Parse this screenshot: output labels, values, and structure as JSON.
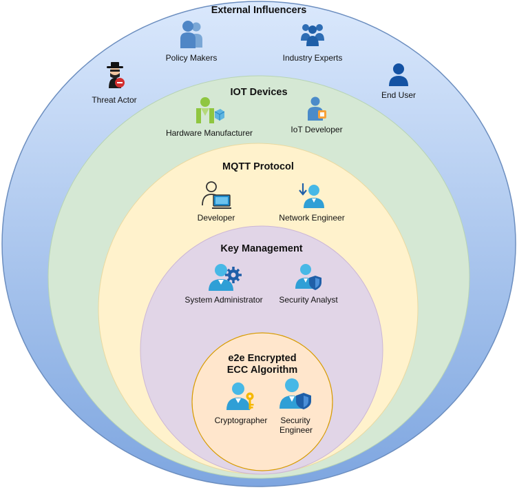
{
  "layers": {
    "external": {
      "title": "External Influencers"
    },
    "iot": {
      "title": "IOT Devices"
    },
    "mqtt": {
      "title": "MQTT Protocol"
    },
    "key": {
      "title": "Key Management"
    },
    "ecc": {
      "title_line1": "e2e Encrypted",
      "title_line2": "ECC Algorithm"
    }
  },
  "actors": {
    "policy_makers": "Policy Makers",
    "industry_experts": "Industry Experts",
    "threat_actor": "Threat Actor",
    "end_user": "End User",
    "hardware_manufacturer": "Hardware Manufacturer",
    "iot_developer": "IoT Developer",
    "developer": "Developer",
    "network_engineer": "Network Engineer",
    "system_administrator": "System Administrator",
    "security_analyst": "Security Analyst",
    "cryptographer": "Cryptographer",
    "security_engineer_line1": "Security",
    "security_engineer_line2": "Engineer"
  },
  "colors": {
    "external_fill": "#c9daf8",
    "external_border": "#6c8ebf",
    "iot_fill": "#d5e8d4",
    "mqtt_fill": "#fff2cc",
    "key_fill": "#e1d5e7",
    "ecc_fill": "#ffe6cc",
    "ecc_border": "#d79b00",
    "icon_blue": "#1f5fa8",
    "icon_cyan": "#3aa9e0"
  }
}
